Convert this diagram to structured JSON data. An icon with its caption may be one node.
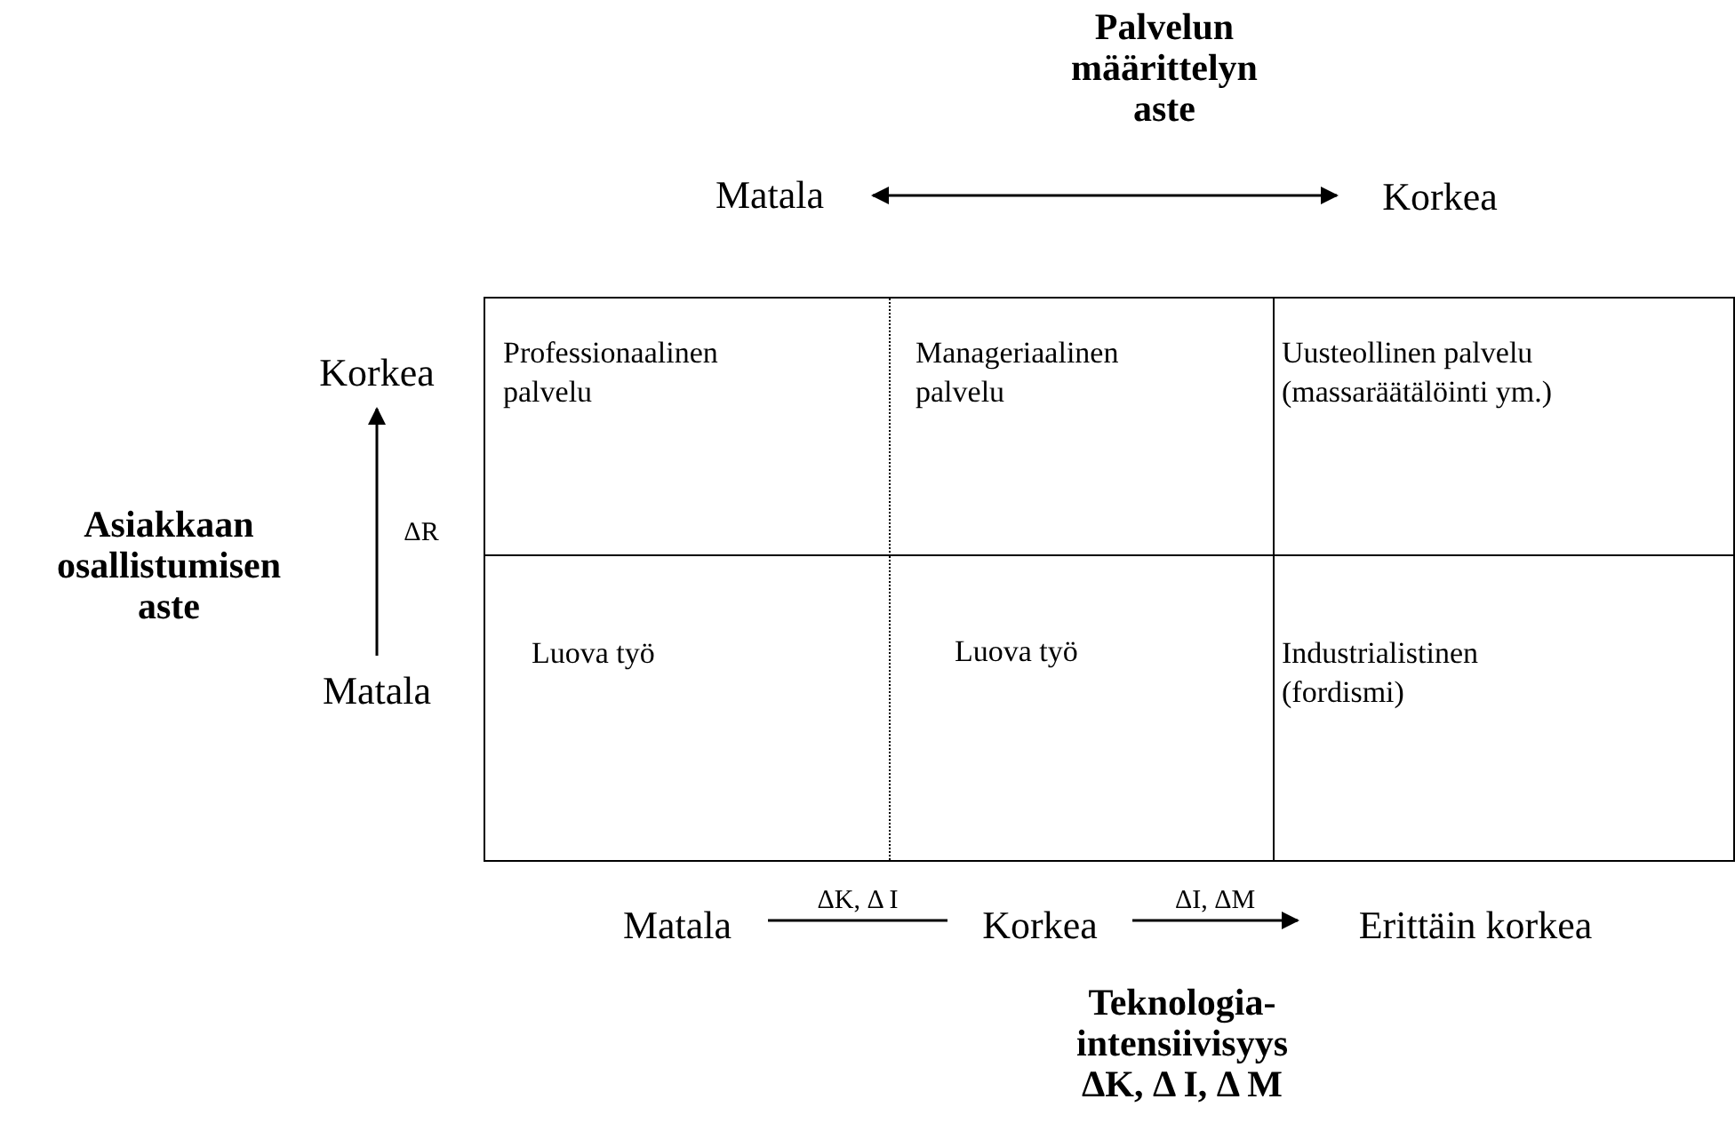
{
  "diagram": {
    "nodes": [
      {
        "text": [
          "Matala"
        ]
      },
      {
        "text": [
          "Korkea"
        ]
      },
      {
        "text": [
          "Korkea"
        ]
      },
      {
        "text": [
          "Matala"
        ]
      },
      {
        "text": [],
        "shape": "box"
      },
      {
        "text": [
          "Professionaalinen palvelu"
        ],
        "in": 4
      },
      {
        "text": [
          "Manageriaalinen palvelu"
        ],
        "in": 4
      },
      {
        "text": [
          "Uusteollinen palvelu (massaräätälöinti ym.)"
        ],
        "in": 4
      },
      {
        "text": [
          "Luova työ"
        ],
        "in": 4
      },
      {
        "text": [
          "Luova työ"
        ],
        "in": 4
      },
      {
        "text": [
          "Industrialistinen (fordismi)"
        ],
        "in": 4
      },
      {
        "text": [
          "Matala"
        ]
      },
      {
        "text": [
          "Korkea"
        ]
      },
      {
        "text": [
          "Erittäin korkea"
        ]
      }
    ],
    "edges": [
      {
        "from": 0,
        "to": 1,
        "arrow": "both"
      },
      {
        "from": 3,
        "to": 2,
        "arrow": "to",
        "label": "ΔR"
      },
      {
        "from": 11,
        "to": 12,
        "arrow": "none",
        "label": "ΔK, Δ I"
      },
      {
        "from": 12,
        "to": 13,
        "arrow": "to",
        "label": "ΔI, ΔM"
      }
    ],
    "labels": [
      "Palvelun määrittelyn aste",
      "Asiakkaan osallistumisen aste",
      "Teknologia-intensiivisyys",
      "ΔK, Δ I, Δ M"
    ]
  }
}
